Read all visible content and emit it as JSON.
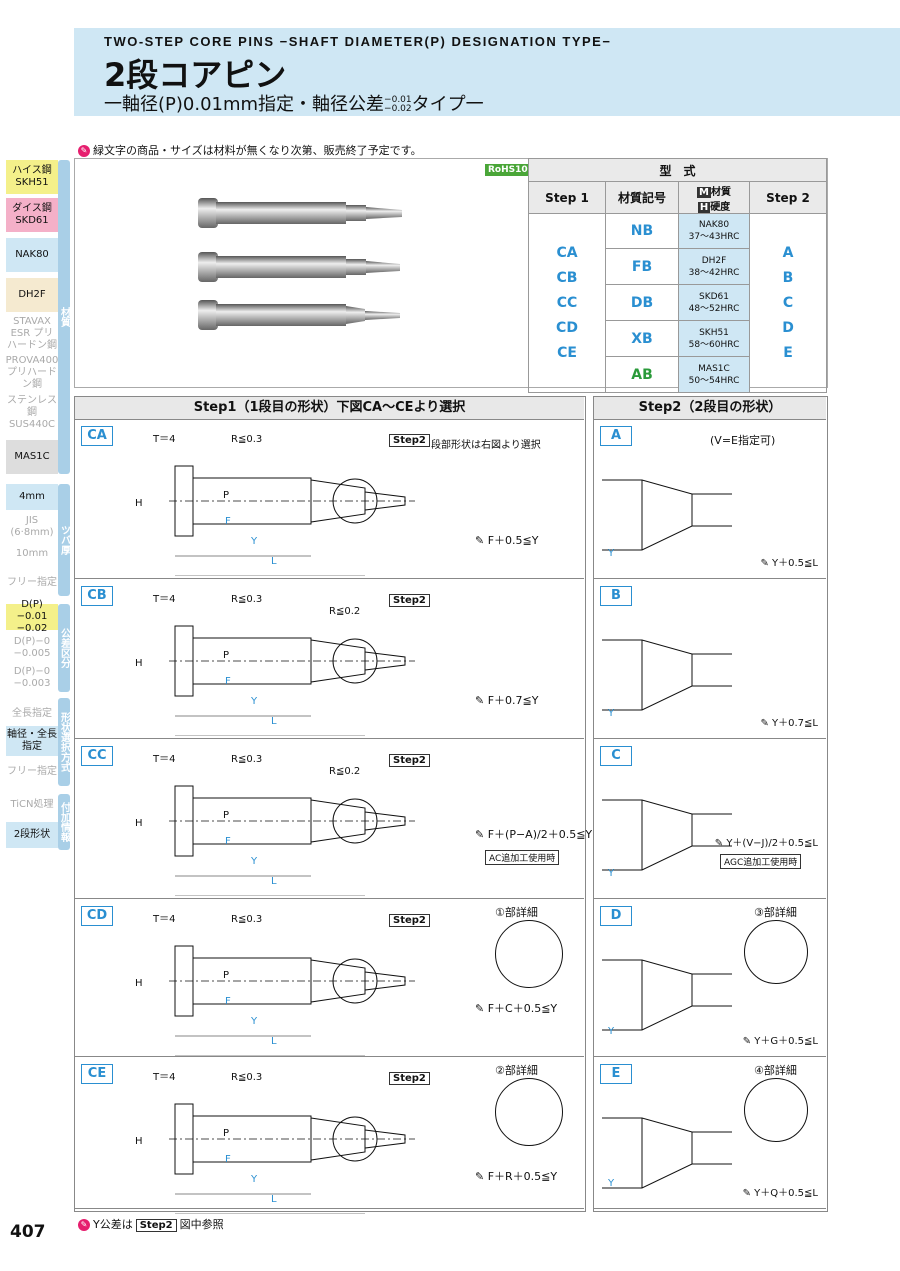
{
  "header": {
    "en_title": "TWO-STEP CORE PINS −SHAFT DIAMETER(P) DESIGNATION TYPE−",
    "jp_title": "2段コアピン",
    "subtitle_a": "一軸径(P)0.01mm指定・軸径公差",
    "tol_top": "−0.01",
    "tol_bot": "−0.02",
    "subtitle_b": "タイプ一"
  },
  "notice": "緑文字の商品・サイズは材料が無くなり次第、販売終了予定です。",
  "rohs": "RoHS10",
  "sidebar": {
    "materials": [
      "ハイス鋼 SKH51",
      "ダイス鋼 SKD61",
      "NAK80",
      "DH2F",
      "STAVAX ESR プリハードン鋼",
      "PROVA400 プリハードン鋼",
      "ステンレス鋼 SUS440C",
      "MAS1C"
    ],
    "mat_tab": "材質",
    "flange": [
      "4mm",
      "JIS (6·8mm)",
      "10mm",
      "フリー指定"
    ],
    "flange_tab": "ツバ厚",
    "tol": [
      "D(P)−0.01 −0.02",
      "D(P)−0 −0.005",
      "D(P)−0 −0.003"
    ],
    "tol_tab": "公差区分",
    "shape": [
      "全長指定",
      "軸径・全長 指定",
      "フリー指定"
    ],
    "shape_tab": "形状選択方式",
    "extra": [
      "TiCN処理",
      "2段形状"
    ],
    "extra_tab": "付加情報"
  },
  "type_table": {
    "title": "型　式",
    "col_step1": "Step 1",
    "col_code": "材質記号",
    "col_mat_m": "材質",
    "col_mat_h": "硬度",
    "col_step2": "Step 2",
    "step1": [
      "CA",
      "CB",
      "CC",
      "CD",
      "CE"
    ],
    "step2": [
      "A",
      "B",
      "C",
      "D",
      "E"
    ],
    "rows": [
      {
        "code": "NB",
        "mat": "NAK80",
        "hrc": "37〜43HRC"
      },
      {
        "code": "FB",
        "mat": "DH2F",
        "hrc": "38〜42HRC"
      },
      {
        "code": "DB",
        "mat": "SKD61",
        "hrc": "48〜52HRC"
      },
      {
        "code": "XB",
        "mat": "SKH51",
        "hrc": "58〜60HRC"
      },
      {
        "code": "AB",
        "mat": "MAS1C",
        "hrc": "50〜54HRC"
      }
    ]
  },
  "step1_header": "Step1（1段目の形状）下図CA〜CEより選択",
  "step2_header": "Step2（2段目の形状）",
  "step1_panels": [
    {
      "label": "CA",
      "formula": "F＋0.5≦Y",
      "r2": ""
    },
    {
      "label": "CB",
      "formula": "F＋0.7≦Y",
      "r2": "R≦0.2"
    },
    {
      "label": "CC",
      "formula": "F＋(P−A)/2＋0.5≦Y",
      "r2": "R≦0.2",
      "agc": "AC追加工使用時"
    },
    {
      "label": "CD",
      "formula": "F＋C＋0.5≦Y",
      "r2": "",
      "detail": "①部詳細"
    },
    {
      "label": "CE",
      "formula": "F＋R＋0.5≦Y",
      "r2": "",
      "detail": "②部詳細"
    }
  ],
  "step2_panels": [
    {
      "label": "A",
      "note": "(V=E指定可)",
      "formula": "Y＋0.5≦L"
    },
    {
      "label": "B",
      "formula": "Y＋0.7≦L"
    },
    {
      "label": "C",
      "formula": "Y＋(V−J)/2＋0.5≦L",
      "agc": "AGC追加工使用時"
    },
    {
      "label": "D",
      "formula": "Y＋G＋0.5≦L",
      "detail": "③部詳細"
    },
    {
      "label": "E",
      "formula": "Y＋Q＋0.5≦L",
      "detail": "④部詳細"
    }
  ],
  "dims": {
    "T": "T＝4",
    "R03": "R≦0.3",
    "H": "H",
    "P": "P",
    "F": "F",
    "Y": "Y",
    "L": "L",
    "step2tag": "Step2",
    "step2note": "段部形状は右図より選択"
  },
  "footer_note": "Y公差は",
  "footer_note2": "図中参照",
  "page_number": "407"
}
